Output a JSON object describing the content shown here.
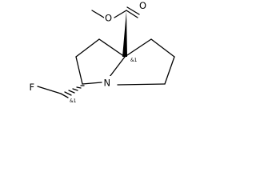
{
  "atoms": {
    "ether_oxygen": "O",
    "carbonyl_oxygen": "O",
    "nitrogen": "N",
    "fluorine": "F"
  },
  "stereo_labels": {
    "bridgehead": "&1",
    "fluoromethyl_carbon": "&1"
  }
}
